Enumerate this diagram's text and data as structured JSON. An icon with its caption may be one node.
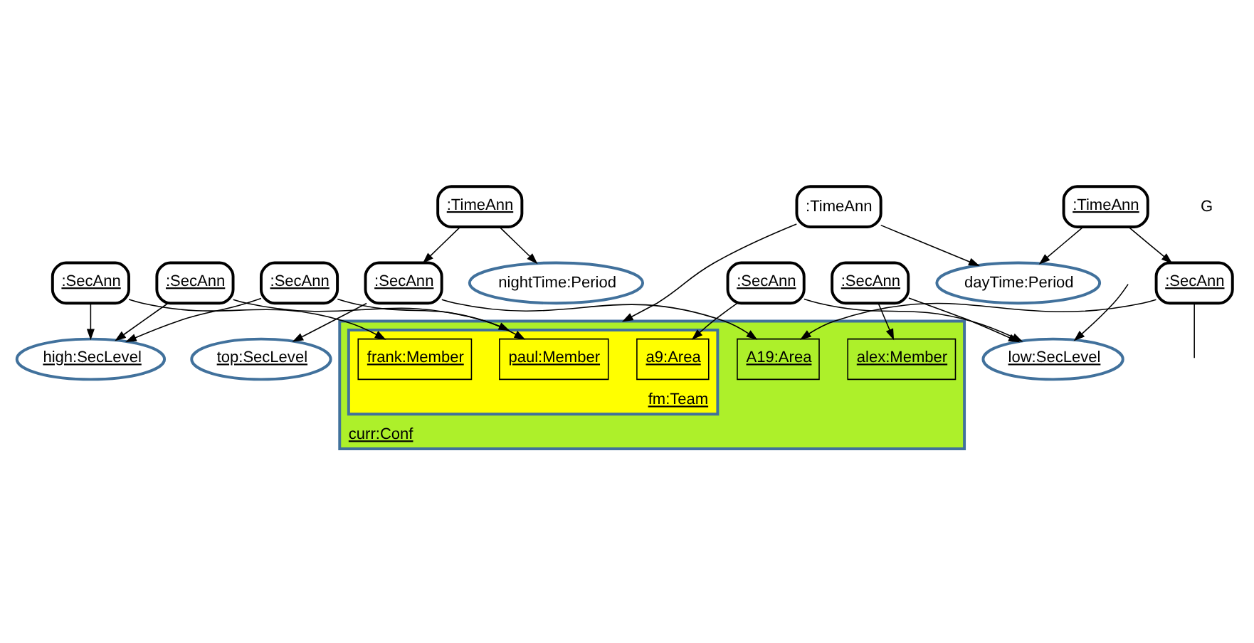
{
  "diagram": {
    "nodes": [
      {
        "text": [
          "high:SecLevel"
        ]
      },
      {
        "text": [
          "low:SecLevel"
        ]
      },
      {
        "text": [
          "nightTime:Period"
        ]
      },
      {
        "text": [
          ":SecAnn"
        ]
      },
      {
        "text": [
          ":SecAnn"
        ]
      },
      {
        "text": [
          ":SecAnn"
        ]
      },
      {
        "text": [
          ":SecAnn"
        ]
      },
      {
        "text": [
          ":SecAnn"
        ]
      },
      {
        "text": [
          "top:SecLevel"
        ]
      },
      {
        "text": [
          ":TimeAnn"
        ]
      },
      {
        "text": [
          "curr:Conf"
        ]
      },
      {
        "text": [
          "fm:Team"
        ],
        "in": 10
      },
      {
        "text": [
          "paul:Member"
        ],
        "in": 11
      },
      {
        "text": [
          "a9:Area"
        ],
        "in": 11
      },
      {
        "text": [
          "frank:Member"
        ],
        "in": 11
      },
      {
        "text": [
          "alex:Member"
        ],
        "in": 10
      },
      {
        "text": [
          "A19:Area"
        ],
        "in": 10
      },
      {
        "text": [
          ":SecAnn"
        ]
      },
      {
        "text": [
          ":SecAnn"
        ]
      },
      {
        "text": [
          ":TimeAnn"
        ]
      },
      {
        "text": [
          "dayTime:Period"
        ]
      },
      {
        "text": [
          ":TimeAnn"
        ]
      }
    ],
    "edges": [
      {
        "from": 3,
        "to": 0,
        "arrow": "to"
      },
      {
        "from": 3,
        "to": 14,
        "arrow": "to"
      },
      {
        "from": 4,
        "to": 0,
        "arrow": "to"
      },
      {
        "from": 4,
        "to": 12,
        "arrow": "to"
      },
      {
        "from": 5,
        "to": 0,
        "arrow": "to"
      },
      {
        "from": 5,
        "to": 11,
        "arrow": "to"
      },
      {
        "from": null,
        "to": 1,
        "arrow": "to"
      },
      {
        "from": 6,
        "to": 1,
        "arrow": "to"
      },
      {
        "from": 6,
        "to": 13,
        "arrow": "to"
      },
      {
        "from": 7,
        "to": 1,
        "arrow": "to"
      },
      {
        "from": 7,
        "to": 15,
        "arrow": "to"
      },
      {
        "from": 9,
        "to": 2,
        "arrow": "to"
      },
      {
        "from": 9,
        "to": 17,
        "arrow": "to"
      },
      {
        "from": 17,
        "to": 8,
        "arrow": "to"
      },
      {
        "from": 17,
        "to": 16,
        "arrow": "to"
      },
      {
        "from": 18,
        "to": 16,
        "arrow": "to"
      },
      {
        "from": 18,
        "to": null,
        "arrow": "none"
      },
      {
        "from": 19,
        "to": 10,
        "arrow": "to"
      },
      {
        "from": 19,
        "to": 20,
        "arrow": "to"
      },
      {
        "from": 21,
        "to": 20,
        "arrow": "to"
      },
      {
        "from": 21,
        "to": 18,
        "arrow": "to"
      }
    ],
    "labels": [
      "G"
    ]
  }
}
